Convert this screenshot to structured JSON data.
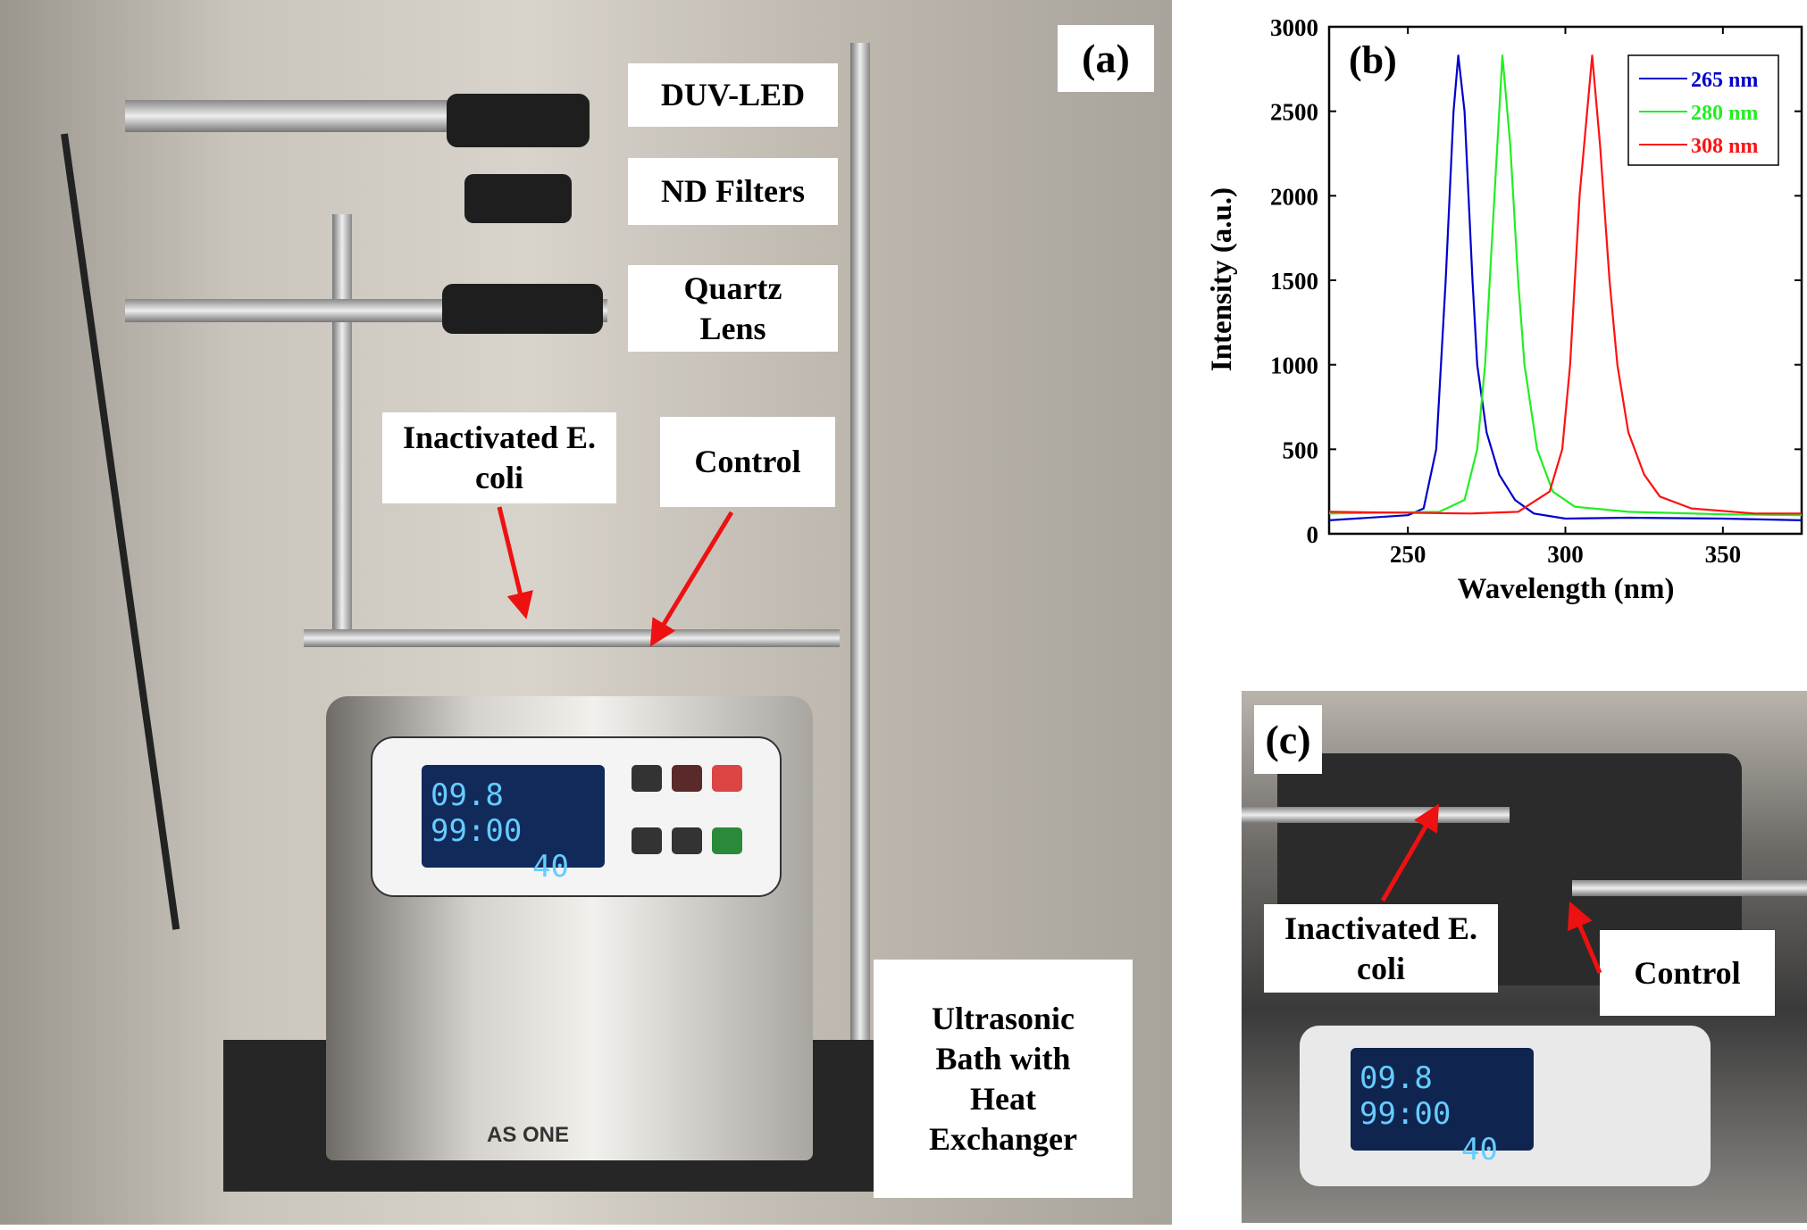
{
  "panel_a": {
    "tag": "(a)",
    "labels": {
      "duv_led": "DUV-LED",
      "nd_filters": "ND Filters",
      "quartz_lens": "Quartz Lens",
      "inactivated": "Inactivated E. coli",
      "control": "Control",
      "bath": "Ultrasonic Bath with Heat Exchanger"
    },
    "display": {
      "temp": "09.8",
      "time": "99:00",
      "freq": "40"
    },
    "brand": "AS ONE"
  },
  "panel_c": {
    "tag": "(c)",
    "labels": {
      "inactivated": "Inactivated E. coli",
      "control": "Control"
    },
    "display": {
      "temp": "09.8",
      "time": "99:00",
      "freq": "40"
    }
  },
  "colors": {
    "arrow": "#ee1111"
  },
  "chart_data": {
    "type": "line",
    "panel_tag": "(b)",
    "xlabel": "Wavelength (nm)",
    "ylabel": "Intensity (a.u.)",
    "xlim": [
      225,
      375
    ],
    "ylim": [
      0,
      3000
    ],
    "xticks": [
      250,
      300,
      350
    ],
    "yticks": [
      0,
      500,
      1000,
      1500,
      2000,
      2500,
      3000
    ],
    "legend": "top-right",
    "grid": false,
    "series": [
      {
        "name": "265 nm",
        "color": "#0000cc",
        "x": [
          225,
          250,
          255,
          259,
          262,
          264.5,
          266,
          268,
          270.5,
          272,
          275,
          279,
          284,
          290,
          300,
          320,
          350,
          375
        ],
        "y": [
          80,
          110,
          150,
          500,
          1500,
          2500,
          2830,
          2500,
          1500,
          1000,
          600,
          350,
          200,
          120,
          90,
          95,
          90,
          80
        ]
      },
      {
        "name": "280 nm",
        "color": "#22ee22",
        "x": [
          225,
          260,
          268,
          272,
          274.5,
          277.5,
          280,
          282.5,
          285,
          287,
          291,
          296,
          303,
          320,
          350,
          375
        ],
        "y": [
          120,
          130,
          200,
          500,
          1000,
          2000,
          2830,
          2300,
          1500,
          1000,
          500,
          250,
          160,
          130,
          115,
          110
        ]
      },
      {
        "name": "308 nm",
        "color": "#ff1111",
        "x": [
          225,
          270,
          285,
          295,
          299,
          301.5,
          304.5,
          308.5,
          311,
          314,
          316.5,
          320,
          325,
          330,
          340,
          360,
          375
        ],
        "y": [
          130,
          120,
          130,
          250,
          500,
          1000,
          2000,
          2830,
          2300,
          1500,
          1000,
          600,
          350,
          220,
          150,
          120,
          120
        ]
      }
    ]
  }
}
